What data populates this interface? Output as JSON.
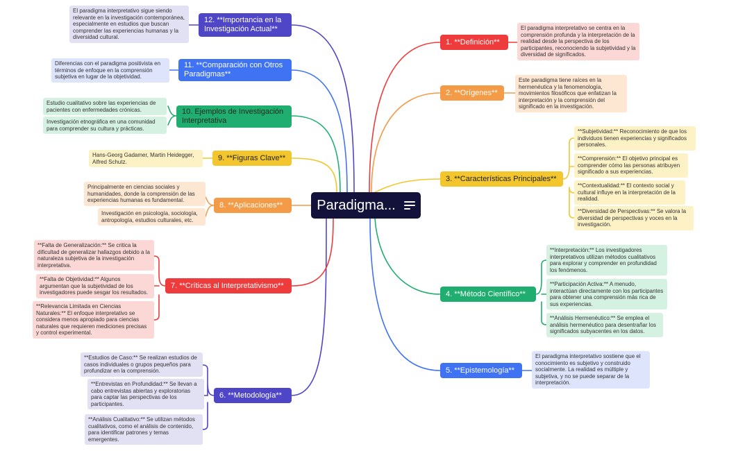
{
  "central": {
    "label": "Paradigma...",
    "icon": "menu-icon"
  },
  "colors": {
    "red": "#ee3b3b",
    "orange": "#f39b47",
    "yellow": "#f2c62c",
    "green": "#1fae6f",
    "blue": "#3f73f3",
    "purple": "#4f45c7",
    "bg_red": "#fbd8d5",
    "bg_orange": "#fde6d2",
    "bg_yellow": "#fdf1c6",
    "bg_green": "#d4f1e2",
    "bg_blue": "#dde4fb",
    "bg_purple": "#e2e0f3"
  },
  "topics": [
    {
      "id": "t1",
      "label": "1. **Definición**",
      "notes": [
        "El paradigma interpretativo se centra en la comprensión profunda y la interpretación de la realidad desde la perspectiva de los participantes, reconociendo la subjetividad y la diversidad de significados."
      ]
    },
    {
      "id": "t2",
      "label": "2. **Orígenes**",
      "notes": [
        "Este paradigma tiene raíces en la hermenéutica y la fenomenología, movimientos filosóficos que enfatizan la interpretación y la comprensión del significado en la investigación."
      ]
    },
    {
      "id": "t3",
      "label": "3. **Características Principales**",
      "notes": [
        "**Subjetividad:** Reconocimiento de que los individuos tienen experiencias y significados personales.",
        "**Comprensión:** El objetivo principal es comprender cómo las personas atribuyen significado a sus experiencias.",
        "**Contextualidad:** El contexto social y cultural influye en la interpretación de la realidad.",
        "**Diversidad de Perspectivas:** Se valora la diversidad de perspectivas y voces en la investigación."
      ]
    },
    {
      "id": "t4",
      "label": "4. **Método Científico**",
      "notes": [
        "**Interpretación:** Los investigadores interpretativos utilizan métodos cualitativos para explorar y comprender en profundidad los fenómenos.",
        "**Participación Activa:** A menudo, interactúan directamente con los participantes para obtener una comprensión más rica de sus experiencias.",
        "**Análisis Hermenéutico:** Se emplea el análisis hermenéutico para desentrañar los significados subyacentes en los datos."
      ]
    },
    {
      "id": "t5",
      "label": "5. **Epistemología**",
      "notes": [
        "El paradigma interpretativo sostiene que el conocimiento es subjetivo y construido socialmente. La realidad es múltiple y subjetiva, y no se puede separar de la interpretación."
      ]
    },
    {
      "id": "t6",
      "label": "6. **Metodología**",
      "notes": [
        "**Estudios de Caso:** Se realizan estudios de casos individuales o grupos pequeños para profundizar en la comprensión.",
        "**Entrevistas en Profundidad:** Se llevan a cabo entrevistas abiertas y exploratorias para captar las perspectivas de los participantes.",
        "**Análisis Cualitativo:** Se utilizan métodos cualitativos, como el análisis de contenido, para identificar patrones y temas emergentes."
      ]
    },
    {
      "id": "t7",
      "label": "7. **Críticas al Interpretativismo**",
      "notes": [
        "**Falta de Generalización:** Se critica la dificultad de generalizar hallazgos debido a la naturaleza subjetiva de la investigación interpretativa.",
        "**Falta de Objetividad:** Algunos argumentan que la subjetividad de los investigadores puede sesgar los resultados.",
        "**Relevancia Limitada en Ciencias Naturales:** El enfoque interpretativo se considera menos apropiado para ciencias naturales que requieren mediciones precisas y control experimental."
      ]
    },
    {
      "id": "t8",
      "label": "8. **Aplicaciones**",
      "notes": [
        "Principalmente en ciencias sociales y humanidades, donde la comprensión de las experiencias humanas es fundamental.",
        "Investigación en psicología, sociología, antropología, estudios culturales, etc."
      ]
    },
    {
      "id": "t9",
      "label": "9. **Figuras Clave**",
      "notes": [
        "Hans-Georg Gadamer, Martin Heidegger, Alfred Schutz."
      ]
    },
    {
      "id": "t10",
      "label": "10. Ejemplos de Investigación\nInterpretativa",
      "notes": [
        "Estudio cualitativo sobre las experiencias de pacientes con enfermedades crónicas.",
        "Investigación etnográfica en una comunidad para comprender su cultura y prácticas."
      ]
    },
    {
      "id": "t11",
      "label": "11. **Comparación con Otros\nParadigmas**",
      "notes": [
        "Diferencias con el paradigma positivista en términos de enfoque en la comprensión subjetiva en lugar de la objetividad."
      ]
    },
    {
      "id": "t12",
      "label": "12. **Importancia en la\nInvestigación Actual**",
      "notes": [
        "El paradigma interpretativo sigue siendo relevante en la investigación contemporánea, especialmente en estudios que buscan comprender las experiencias humanas y la diversidad cultural."
      ]
    }
  ]
}
